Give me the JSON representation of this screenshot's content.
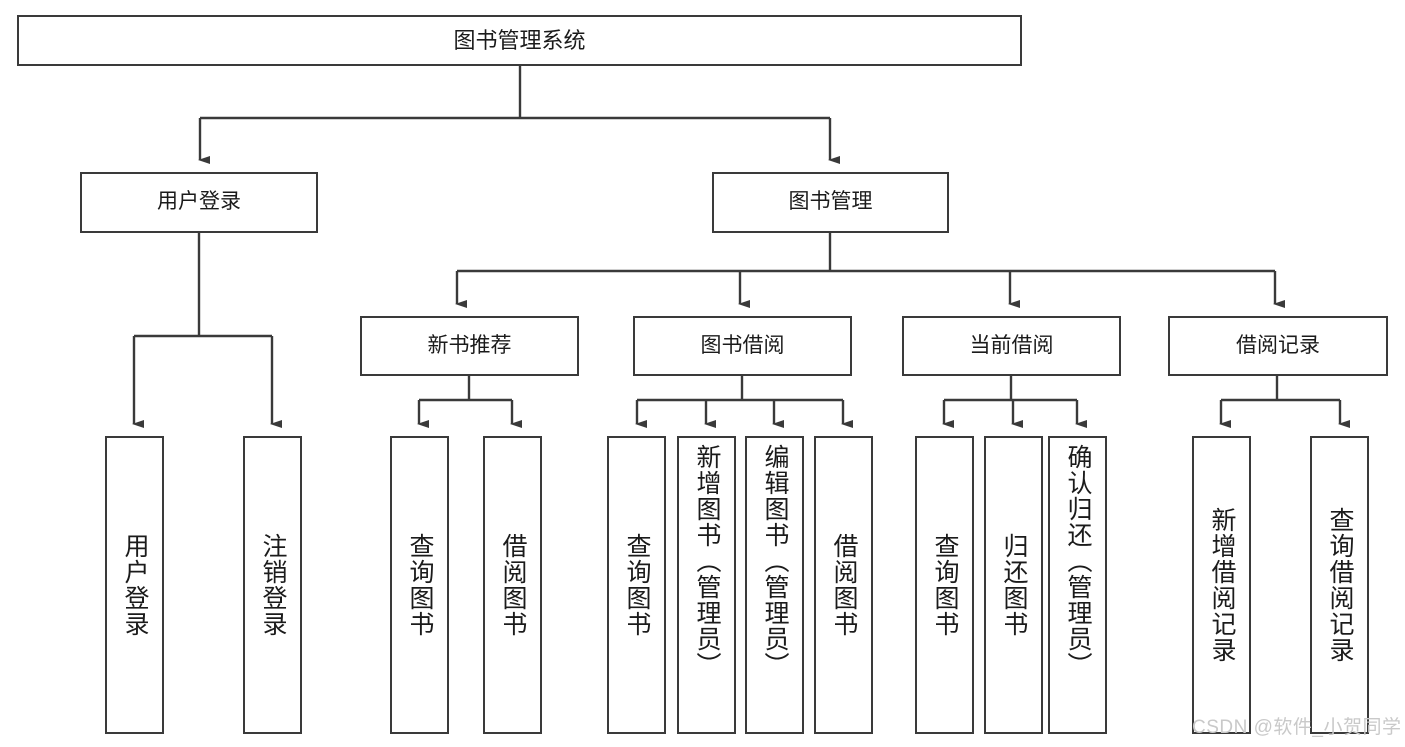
{
  "diagram": {
    "type": "tree",
    "title": "图书管理系统",
    "root": {
      "label": "图书管理系统"
    },
    "level2": [
      {
        "label": "用户登录"
      },
      {
        "label": "图书管理"
      }
    ],
    "level3": [
      {
        "label": "新书推荐"
      },
      {
        "label": "图书借阅"
      },
      {
        "label": "当前借阅"
      },
      {
        "label": "借阅记录"
      }
    ],
    "leaves": {
      "user_login": [
        {
          "label": "用户登录"
        },
        {
          "label": "注销登录"
        }
      ],
      "new_book_recommend": [
        {
          "label": "查询图书"
        },
        {
          "label": "借阅图书"
        }
      ],
      "book_borrow": [
        {
          "label": "查询图书"
        },
        {
          "label": "新增图书（管理员）"
        },
        {
          "label": "编辑图书（管理员）"
        },
        {
          "label": "借阅图书"
        }
      ],
      "current_borrow": [
        {
          "label": "查询图书"
        },
        {
          "label": "归还图书"
        },
        {
          "label": "确认归还（管理员）"
        }
      ],
      "borrow_record": [
        {
          "label": "新增借阅记录"
        },
        {
          "label": "查询借阅记录"
        }
      ]
    }
  },
  "watermark": {
    "text": "CSDN @软件_小贺同学"
  },
  "colors": {
    "border": "#3a3a3a",
    "background": "#ffffff",
    "text": "#1b1b1b",
    "watermark": "#c9c9c9"
  }
}
